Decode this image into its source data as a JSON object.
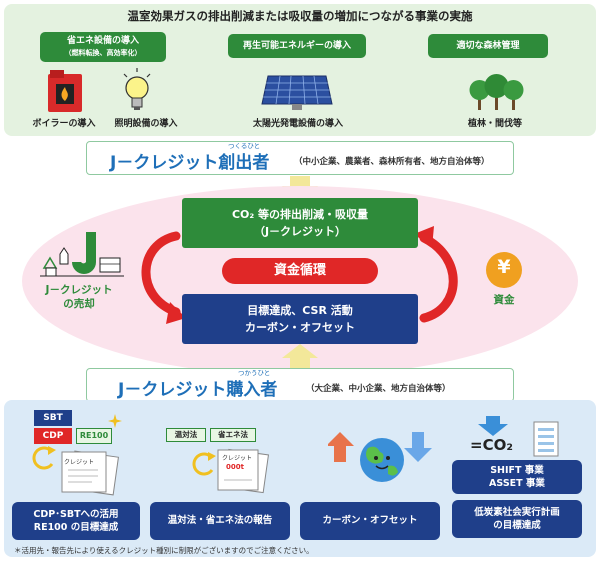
{
  "top": {
    "title": "温室効果ガスの排出削減または吸収量の増加につながる事業の実施",
    "categories": [
      {
        "label": "省エネ設備の導入",
        "sub": "（燃料転換、高効率化）"
      },
      {
        "label": "再生可能エネルギーの導入",
        "sub": ""
      },
      {
        "label": "適切な森林管理",
        "sub": ""
      }
    ],
    "items": [
      "ボイラーの導入",
      "照明設備の導入",
      "太陽光発電設備の導入",
      "植林・間伐等"
    ]
  },
  "creator": {
    "main": "J－クレジット創出者",
    "ruby": "つくるひと",
    "sub": "（中小企業、農業者、森林所有者、地方自治体等）"
  },
  "flow": {
    "green_line1": "CO₂ 等の排出削減・吸収量",
    "green_line2": "（J－クレジット）",
    "cycle": "資金循環",
    "blue_line1": "目標達成、CSR 活動",
    "blue_line2": "カーボン・オフセット",
    "sale_line1": "J－クレジット",
    "sale_line2": "の売却",
    "yen": "¥",
    "funds": "資金"
  },
  "buyer": {
    "main": "J－クレジット購入者",
    "ruby": "つかうひと",
    "sub": "（大企業、中小企業、地方自治体等）"
  },
  "bottom": {
    "badges": {
      "sbt": "SBT",
      "cdp": "CDP",
      "re100": "RE100",
      "ontai": "温対法",
      "shoene": "省エネ法",
      "co2": "=CO₂",
      "doc": "クレジット",
      "doc2": "クレジット",
      "doc2_amount": "000t"
    },
    "boxes": [
      {
        "line1": "CDP･SBTへの活用",
        "line2": "RE100 の目標達成"
      },
      {
        "line1": "温対法・省エネ法の報告",
        "line2": ""
      },
      {
        "line1": "カーボン・オフセット",
        "line2": ""
      },
      {
        "line1": "低炭素社会実行計画",
        "line2": "の目標達成"
      }
    ],
    "shift_line1": "SHIFT 事業",
    "shift_line2": "ASSET 事業",
    "footnote": "＊活用先・報告先により使えるクレジット種別に制限がございますのでご注意ください。"
  },
  "colors": {
    "green": "#2e8b3a",
    "blue": "#1f3f8a",
    "red": "#e02727",
    "title_blue": "#1e6fb8",
    "yellow_arrow": "#f3e89a",
    "orange": "#f0a020"
  }
}
